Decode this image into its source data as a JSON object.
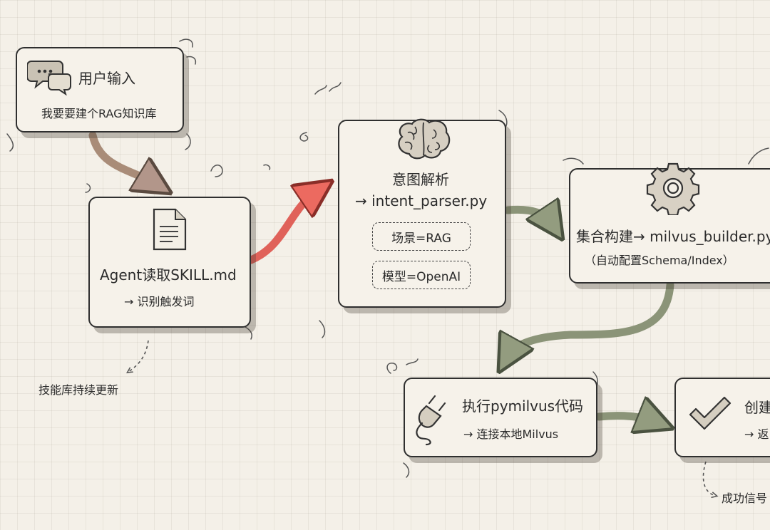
{
  "nodes": {
    "user_input": {
      "title": "用户输入",
      "text": "我要要建个RAG知识库",
      "icon": "chat-bubbles-icon"
    },
    "agent_skill": {
      "title": "Agent读取SKILL.md",
      "text": "→ 识别触发词",
      "icon": "document-icon"
    },
    "intent_parser": {
      "title": "意图解析",
      "subtitle": "→ intent_parser.py",
      "tags": [
        "场景=RAG",
        "模型=OpenAI"
      ],
      "icon": "brain-icon"
    },
    "milvus_builder": {
      "title": "集合构建→ milvus_builder.py",
      "text": "（自动配置Schema/Index）",
      "icon": "gear-icon"
    },
    "execute": {
      "title": "执行pymilvus代码",
      "text": "→ 连接本地Milvus",
      "icon": "plug-icon"
    },
    "create": {
      "title": "创建",
      "text": "→ 返",
      "icon": "checkmark-icon"
    }
  },
  "notes": {
    "skill_library": "技能库持续更新",
    "success_signal": "成功信号"
  },
  "colors": {
    "arrow_brown": "#a98c78",
    "arrow_red": "#e0625a",
    "arrow_green": "#8b9478",
    "ink": "#2f2f2f"
  }
}
